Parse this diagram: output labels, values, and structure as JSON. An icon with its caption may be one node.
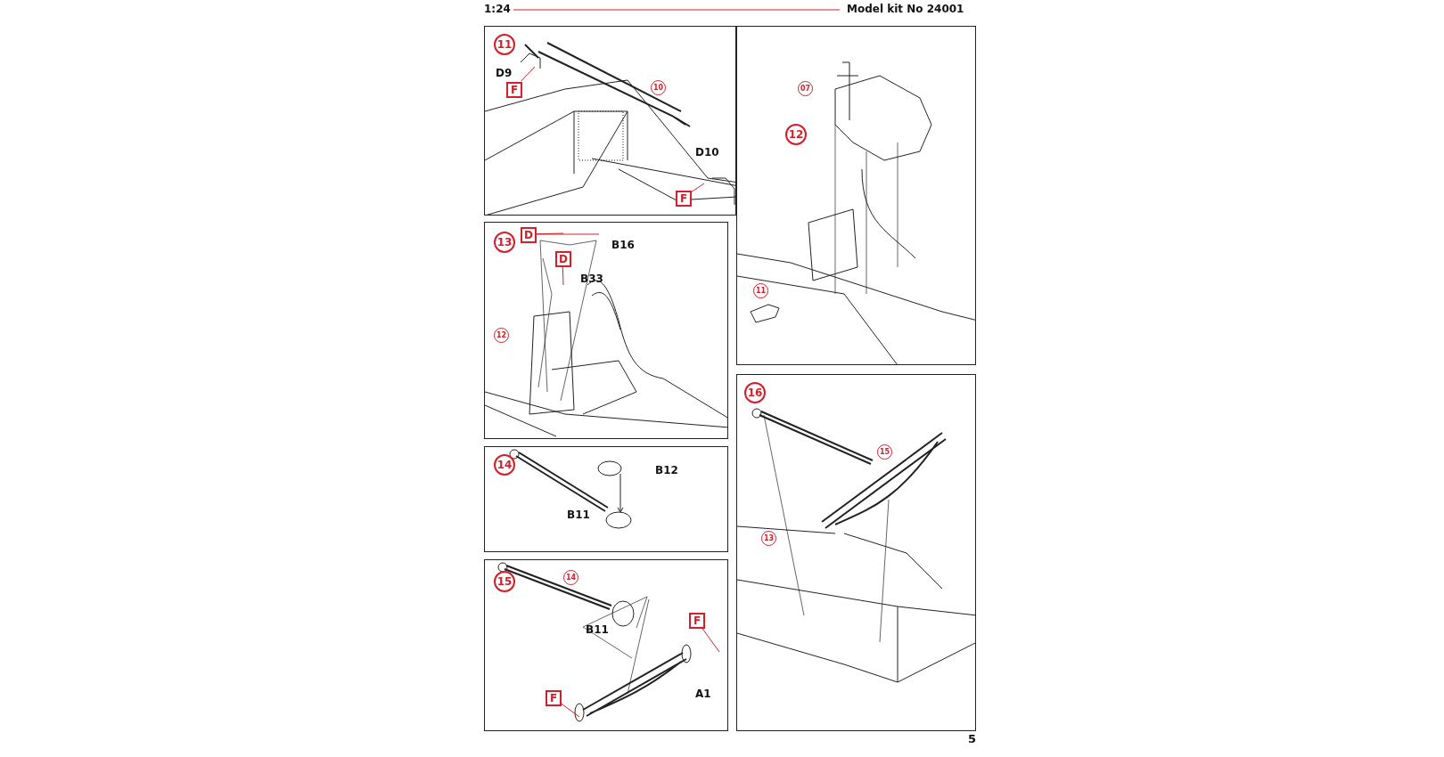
{
  "diagram": {
    "nodes": [
      {
        "text": [],
        "shape": "box"
      },
      {
        "text": [
          "11"
        ],
        "in": 0
      },
      {
        "text": [
          "10"
        ],
        "in": 0
      },
      {
        "text": [
          "F"
        ],
        "in": 0
      },
      {
        "text": [
          "F"
        ],
        "in": 0
      },
      {
        "text": [],
        "shape": "box"
      },
      {
        "text": [
          "07"
        ],
        "in": 5
      },
      {
        "text": [
          "12"
        ],
        "in": 5
      },
      {
        "text": [
          "11"
        ],
        "in": 5
      },
      {
        "text": [],
        "shape": "box"
      },
      {
        "text": [
          "13"
        ],
        "in": 9
      },
      {
        "text": [
          "D"
        ],
        "in": 9
      },
      {
        "text": [
          "D"
        ],
        "in": 9
      },
      {
        "text": [
          "12"
        ],
        "in": 9
      },
      {
        "text": [],
        "shape": "box"
      },
      {
        "text": [
          "14"
        ],
        "in": 14
      },
      {
        "text": [],
        "shape": "box"
      },
      {
        "text": [
          "15"
        ],
        "in": 16
      },
      {
        "text": [
          "14"
        ],
        "in": 16
      },
      {
        "text": [
          "F"
        ],
        "in": 16
      },
      {
        "text": [
          "F"
        ],
        "in": 16
      },
      {
        "text": [],
        "shape": "box"
      },
      {
        "text": [
          "16"
        ],
        "in": 21
      },
      {
        "text": [
          "15"
        ],
        "in": 21
      },
      {
        "text": [
          "13"
        ],
        "in": 21
      }
    ],
    "edges": [
      {
        "from": 3,
        "to": null,
        "arrow": "none",
        "color": "#d0202a"
      },
      {
        "from": 4,
        "to": null,
        "arrow": "none",
        "color": "#d0202a"
      },
      {
        "from": 11,
        "to": null,
        "arrow": "none",
        "color": "#d0202a"
      },
      {
        "from": 11,
        "to": null,
        "arrow": "none",
        "color": "#d0202a"
      },
      {
        "from": 12,
        "to": null,
        "arrow": "none",
        "color": "#d0202a"
      },
      {
        "from": 19,
        "to": null,
        "arrow": "none",
        "color": "#d0202a"
      },
      {
        "from": 20,
        "to": null,
        "arrow": "none",
        "color": "#d0202a"
      }
    ],
    "labels": [
      "1:24",
      "Model kit No 24001",
      "D9",
      "D10",
      "B16",
      "B33",
      "B12",
      "B11",
      "B11",
      "A1",
      "5"
    ]
  }
}
